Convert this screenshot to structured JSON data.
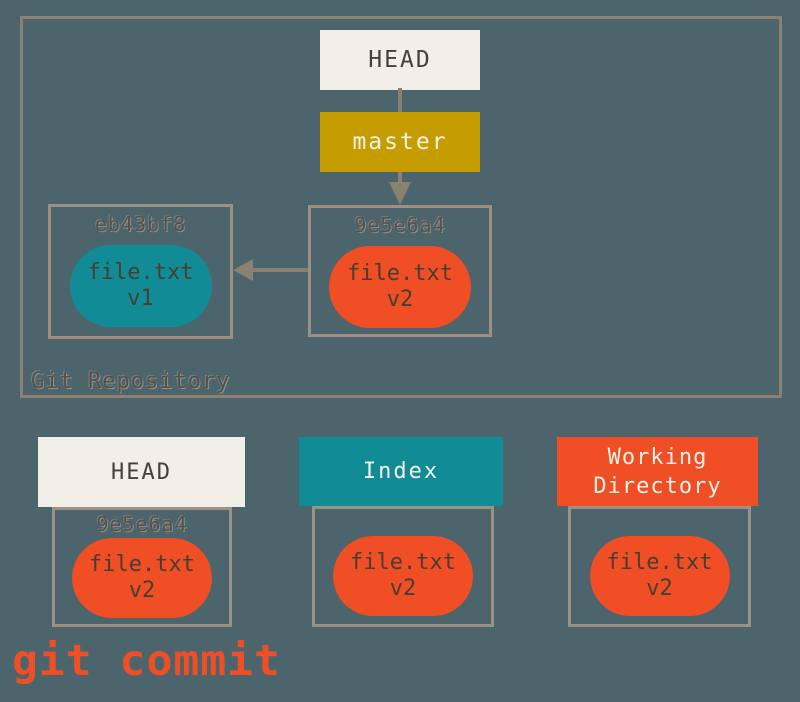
{
  "colors": {
    "background": "#4C646C",
    "repo_border": "#8B8173",
    "commit_border": "#A08F80",
    "arrow": "#8B8173",
    "cream": "#F1EFE8",
    "gold": "#C59D00",
    "teal": "#118C96",
    "red": "#F04E24",
    "text_dark": "#45413A",
    "text_light": "#F3F1E7",
    "hash_text": "#57504A"
  },
  "repo": {
    "label": "Git Repository",
    "head": "HEAD",
    "branch": "master",
    "commits": [
      {
        "hash": "eb43bf8",
        "file": "file.txt",
        "version": "v1"
      },
      {
        "hash": "9e5e6a4",
        "file": "file.txt",
        "version": "v2"
      }
    ]
  },
  "areas": [
    {
      "title": "HEAD",
      "hash": "9e5e6a4",
      "file": "file.txt",
      "version": "v2"
    },
    {
      "title": "Index",
      "file": "file.txt",
      "version": "v2"
    },
    {
      "title": "Working Directory",
      "file": "file.txt",
      "version": "v2"
    }
  ],
  "caption": "git commit"
}
